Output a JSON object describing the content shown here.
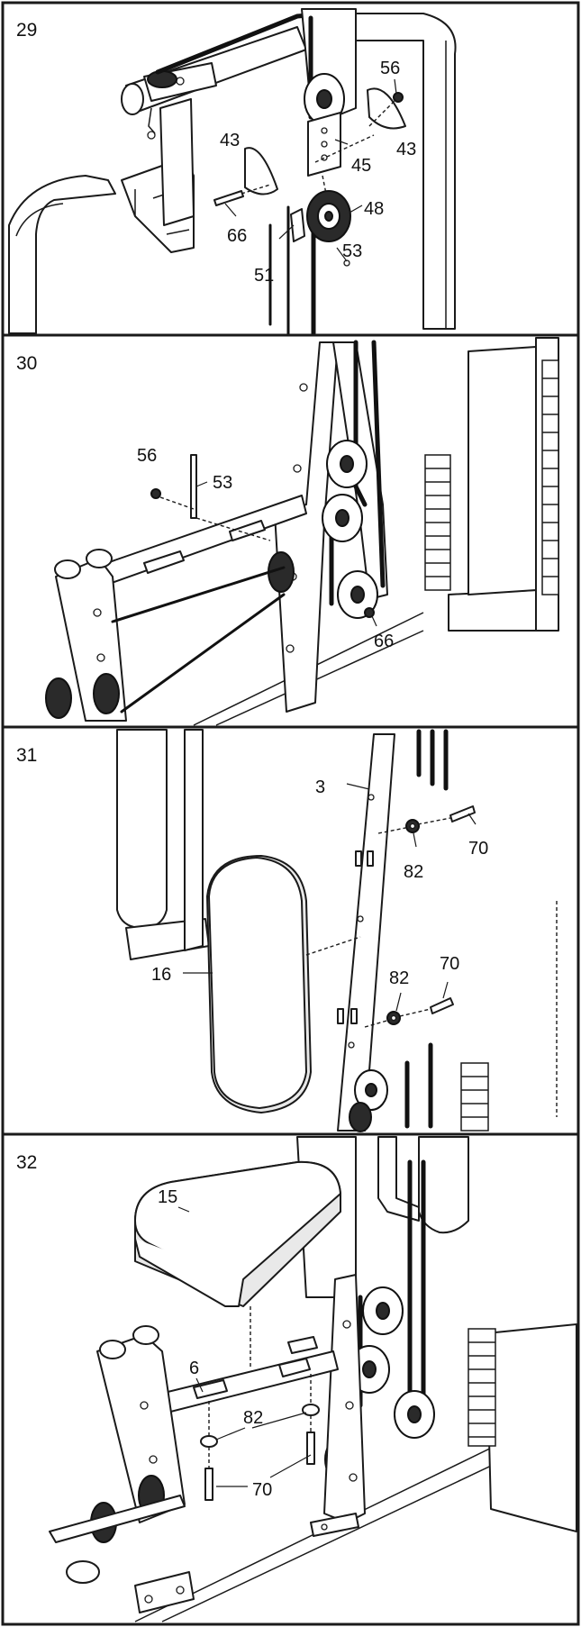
{
  "steps": [
    {
      "number": "29",
      "callouts": [
        "56",
        "43",
        "43",
        "45",
        "48",
        "66",
        "51",
        "53"
      ]
    },
    {
      "number": "30",
      "callouts": [
        "56",
        "53",
        "66"
      ]
    },
    {
      "number": "31",
      "callouts": [
        "3",
        "70",
        "82",
        "16",
        "82",
        "70"
      ]
    },
    {
      "number": "32",
      "callouts": [
        "15",
        "6",
        "82",
        "70"
      ]
    }
  ],
  "colors": {
    "line": "#1a1a1a",
    "cable": "#111111",
    "background": "#ffffff"
  }
}
